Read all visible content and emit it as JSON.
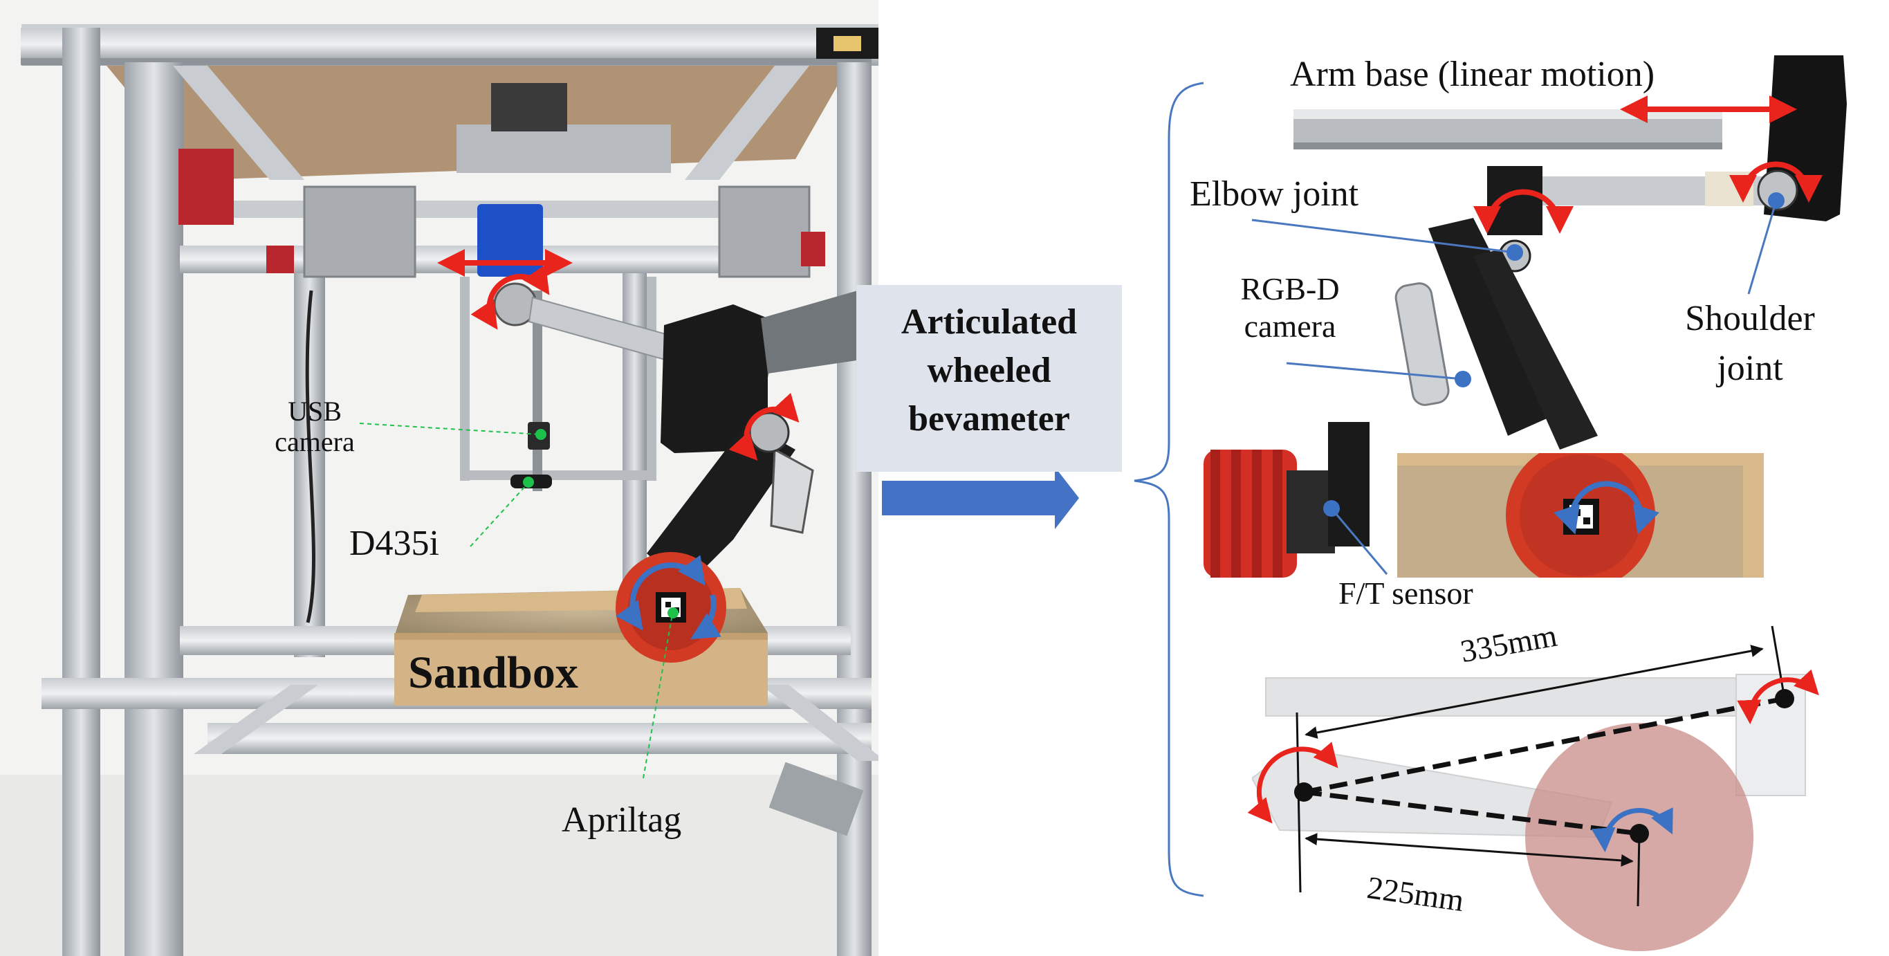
{
  "labels": {
    "usb_camera_1": "USB",
    "usb_camera_2": "camera",
    "d435i": "D435i",
    "sandbox": "Sandbox",
    "apriltag": "Apriltag",
    "bevameter_1": "Articulated",
    "bevameter_2": "wheeled",
    "bevameter_3": "bevameter",
    "arm_base": "Arm base (linear motion)",
    "elbow_joint": "Elbow joint",
    "rgbd_1": "RGB-D",
    "rgbd_2": "camera",
    "shoulder_1": "Shoulder",
    "shoulder_2": "joint",
    "ft_sensor": "F/T sensor",
    "dim_335": "335mm",
    "dim_225": "225mm"
  },
  "colors": {
    "motion_arrow": "#e8241c",
    "rotation_blue": "#3c72c4",
    "callout_line": "#4a78c0",
    "green_marker": "#1ec24a",
    "big_arrow": "#4472c4",
    "wheel_red": "#d23a24",
    "wheel_schematic": "#c98c88"
  },
  "icons": {
    "linear_motion": "double-headed-arrow-icon",
    "rotation": "curved-rotation-arrow-icon",
    "direction": "right-arrow-icon"
  }
}
